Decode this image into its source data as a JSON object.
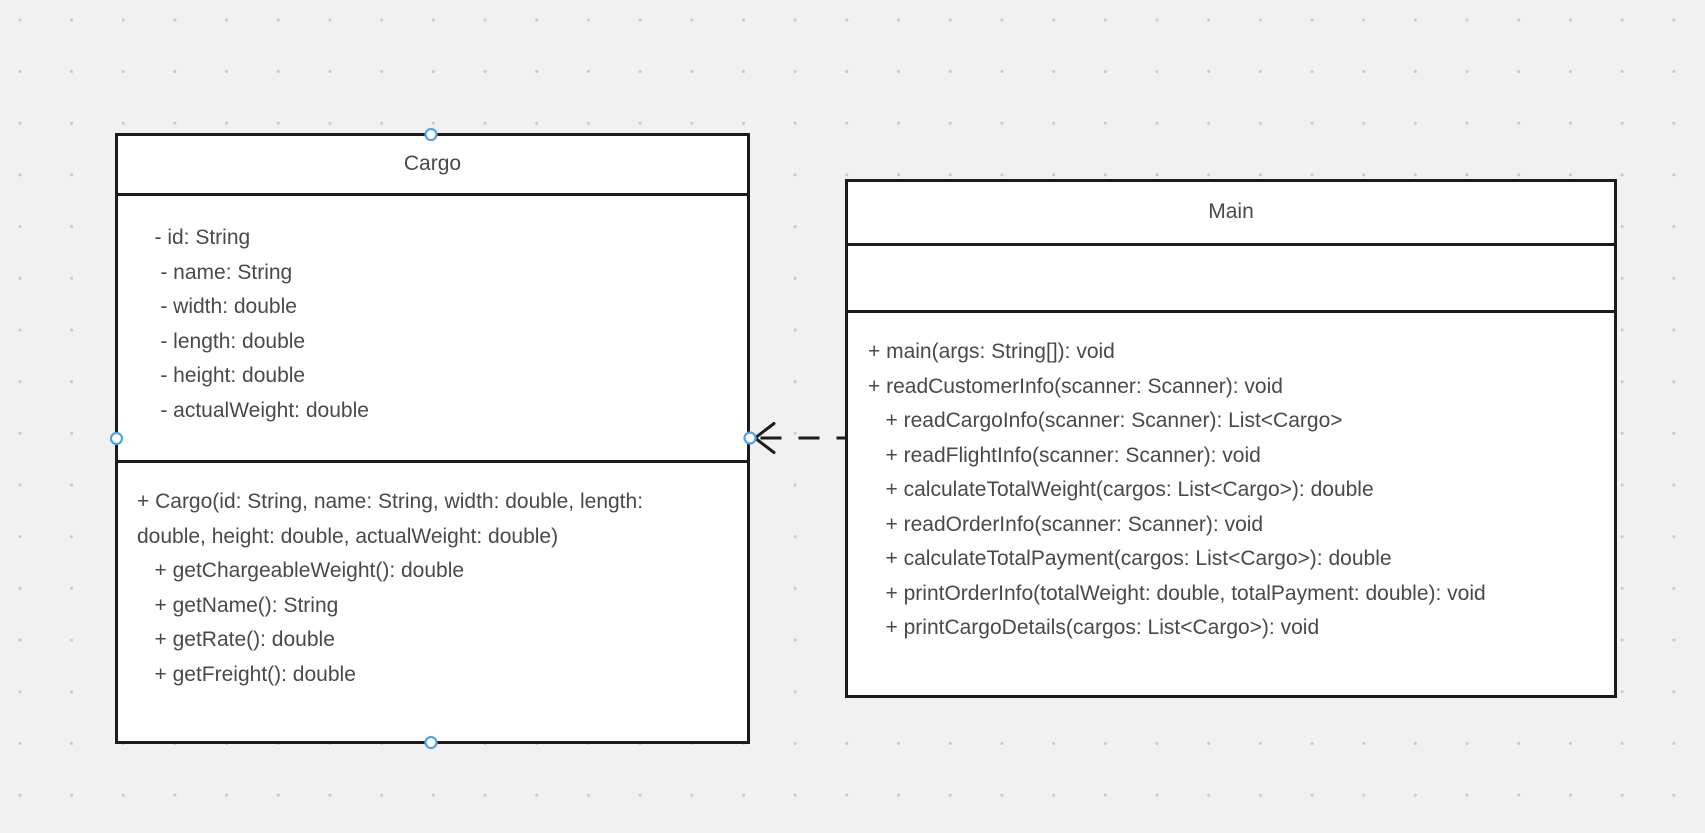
{
  "app": {
    "view": "diagram-editor-canvas",
    "grid": "dots"
  },
  "colors": {
    "canvas_background": "#f1f1f2",
    "grid_dot": "#cbccd0",
    "shape_fill": "#ffffff",
    "shape_stroke": "#1b1b1b",
    "text": "#47494b",
    "handle_blue": "#4fa3e8",
    "handle_fill": "#ffffff"
  },
  "classes": {
    "cargo": {
      "title": "Cargo",
      "attributes": [
        "   - id: String",
        "    - name: String",
        "    - width: double",
        "    - length: double",
        "    - height: double",
        "    - actualWeight: double"
      ],
      "methods": [
        "+ Cargo(id: String, name: String, width: double, length:",
        "double, height: double, actualWeight: double)",
        "   + getChargeableWeight(): double",
        "   + getName(): String",
        "   + getRate(): double",
        "   + getFreight(): double"
      ]
    },
    "main": {
      "title": "Main",
      "attributes": [],
      "methods": [
        "+ main(args: String[]): void",
        "+ readCustomerInfo(scanner: Scanner): void",
        "   + readCargoInfo(scanner: Scanner): List<Cargo>",
        "   + readFlightInfo(scanner: Scanner): void",
        "   + calculateTotalWeight(cargos: List<Cargo>): double",
        "   + readOrderInfo(scanner: Scanner): void",
        "   + calculateTotalPayment(cargos: List<Cargo>): double",
        "   + printOrderInfo(totalWeight: double, totalPayment: double): void",
        "   + printCargoDetails(cargos: List<Cargo>): void"
      ]
    }
  },
  "edge": {
    "from": "Main",
    "to": "Cargo",
    "style": "dashed",
    "arrowhead": "open",
    "direction": "left"
  }
}
